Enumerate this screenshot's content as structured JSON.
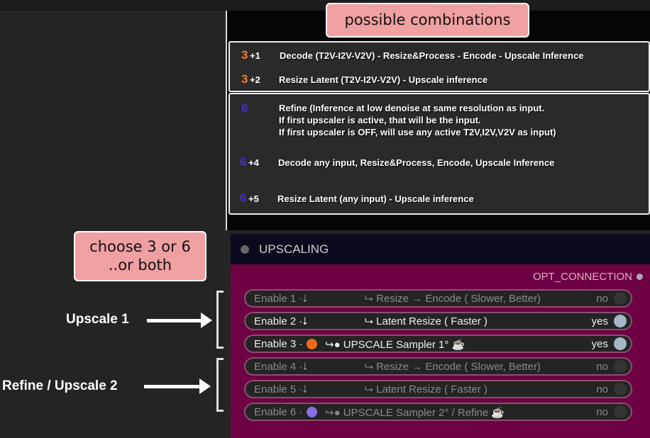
{
  "combos": {
    "title": "possible combinations",
    "group1": [
      {
        "num": "3",
        "plus": "+1",
        "text": "Decode (T2V-I2V-V2V) - Resize&Process - Encode - Upscale Inference"
      },
      {
        "num": "3",
        "plus": "+2",
        "text": "Resize Latent (T2V-I2V-V2V) - Upscale inference"
      }
    ],
    "group2": [
      {
        "num": "6",
        "plus": "",
        "lines": [
          "Refine    (Inference at low denoise at same resolution as input.",
          "If first upscaler is active, that will be the input.",
          "If first upscaler is OFF, will use any active T2V,I2V,V2V as input)"
        ]
      },
      {
        "num": "6",
        "plus": "+4",
        "text": "Decode any input, Resize&Process, Encode, Upscale Inference"
      },
      {
        "num": "6",
        "plus": "+5",
        "text": "Resize Latent (any input) - Upscale inference"
      }
    ]
  },
  "callout": {
    "line1": "choose 3 or 6",
    "line2": "..or both"
  },
  "labels": {
    "upscale1": "Upscale 1",
    "refine": "Refine / Upscale 2"
  },
  "node": {
    "title": "UPSCALING",
    "output": "OPT_CONNECTION",
    "rows": [
      {
        "label": "Enable 1 ·⭣",
        "desc": "⮡ Resize → Encode ( Slower, Better)",
        "value": "no"
      },
      {
        "label": "Enable 2 ·⭣",
        "desc": "⮡ Latent Resize ( Faster )",
        "value": "yes"
      },
      {
        "label": "Enable 3 ·",
        "desc": "↪● UPSCALE Sampler 1° ☕",
        "value": "yes",
        "color": "#f06a18"
      },
      {
        "label": "Enable 4 ·⭣",
        "desc": "⮡ Resize → Encode ( Slower, Better)",
        "value": "no"
      },
      {
        "label": "Enable 5 ·⭣",
        "desc": "⮡ Latent Resize ( Faster )",
        "value": "no"
      },
      {
        "label": "Enable 6 ·",
        "desc": "↪● UPSCALE Sampler 2° / Refine ☕",
        "value": "no",
        "color": "#8a70e8"
      }
    ]
  }
}
